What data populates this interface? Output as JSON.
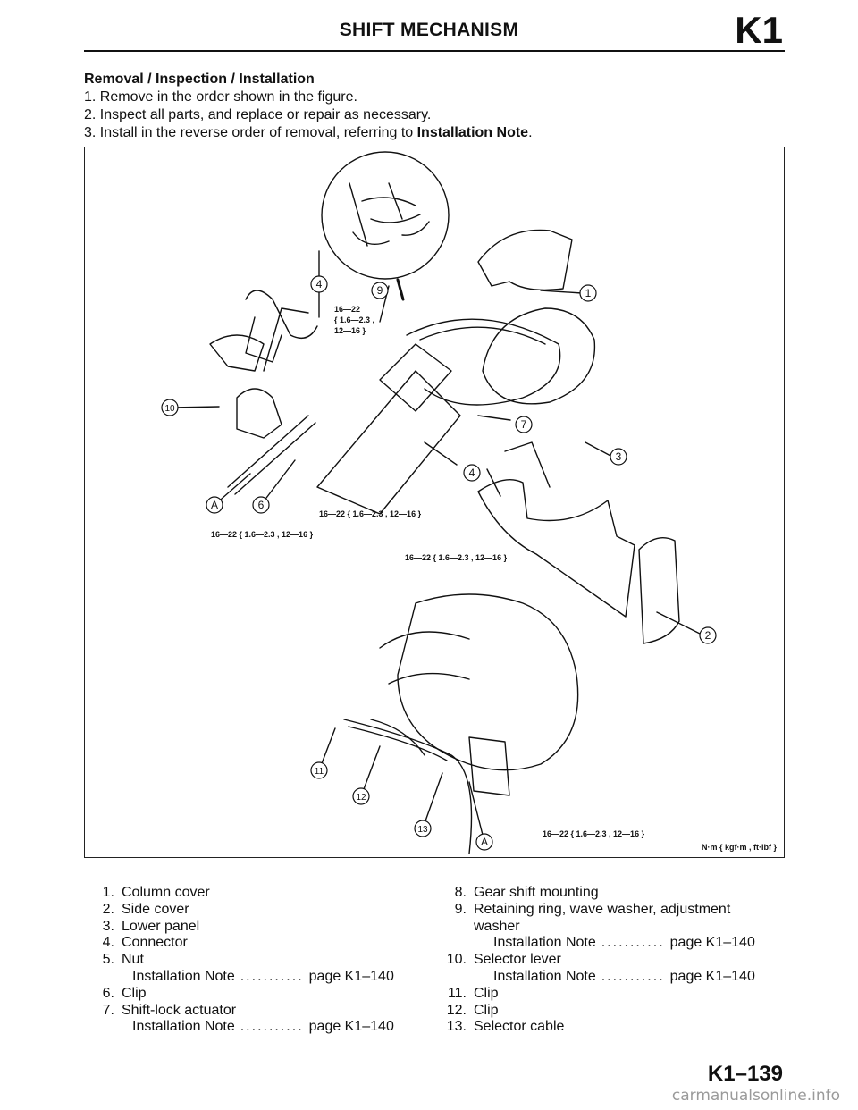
{
  "header": {
    "title": "SHIFT MECHANISM",
    "code": "K1"
  },
  "intro": {
    "heading": "Removal / Inspection / Installation",
    "steps": [
      "1.  Remove in the order shown in the figure.",
      "2.  Inspect all parts, and replace or repair as necessary.",
      "3.  Install in the reverse order of removal, referring to "
    ],
    "step3_bold": "Installation Note",
    "step3_end": "."
  },
  "figure": {
    "torque_labels": [
      "16—22",
      "{ 1.6—2.3 ,",
      "12—16 }",
      "16—22 { 1.6—2.3 , 12—16 }",
      "16—22 { 1.6—2.3 , 12—16 }",
      "16—22 { 1.6—2.3 , 12—16 }",
      "16—22 { 1.6—2.3 , 12—16 }"
    ],
    "callouts": [
      "1",
      "2",
      "3",
      "4",
      "4",
      "6",
      "7",
      "9",
      "10",
      "11",
      "12",
      "13",
      "A",
      "A"
    ],
    "unit_label": "N·m { kgf·m , ft·lbf }"
  },
  "parts_list": {
    "left": [
      {
        "num": "1.",
        "name": "Column cover"
      },
      {
        "num": "2.",
        "name": "Side cover"
      },
      {
        "num": "3.",
        "name": "Lower panel"
      },
      {
        "num": "4.",
        "name": "Connector"
      },
      {
        "num": "5.",
        "name": "Nut",
        "note": "Installation Note",
        "dots": "...........",
        "page": "page K1–140"
      },
      {
        "num": "6.",
        "name": "Clip"
      },
      {
        "num": "7.",
        "name": "Shift-lock actuator",
        "note": "Installation Note",
        "dots": "...........",
        "page": "page K1–140"
      }
    ],
    "right": [
      {
        "num": "8.",
        "name": "Gear shift mounting"
      },
      {
        "num": "9.",
        "name": "Retaining ring, wave washer, adjustment",
        "cont": "washer",
        "note": "Installation Note",
        "dots": "...........",
        "page": "page K1–140"
      },
      {
        "num": "10.",
        "name": "Selector lever",
        "note": "Installation Note",
        "dots": "...........",
        "page": "page K1–140"
      },
      {
        "num": "11.",
        "name": "Clip"
      },
      {
        "num": "12.",
        "name": "Clip"
      },
      {
        "num": "13.",
        "name": "Selector cable"
      }
    ]
  },
  "footer": {
    "page": "K1–139",
    "watermark": "carmanualsonline.info"
  }
}
